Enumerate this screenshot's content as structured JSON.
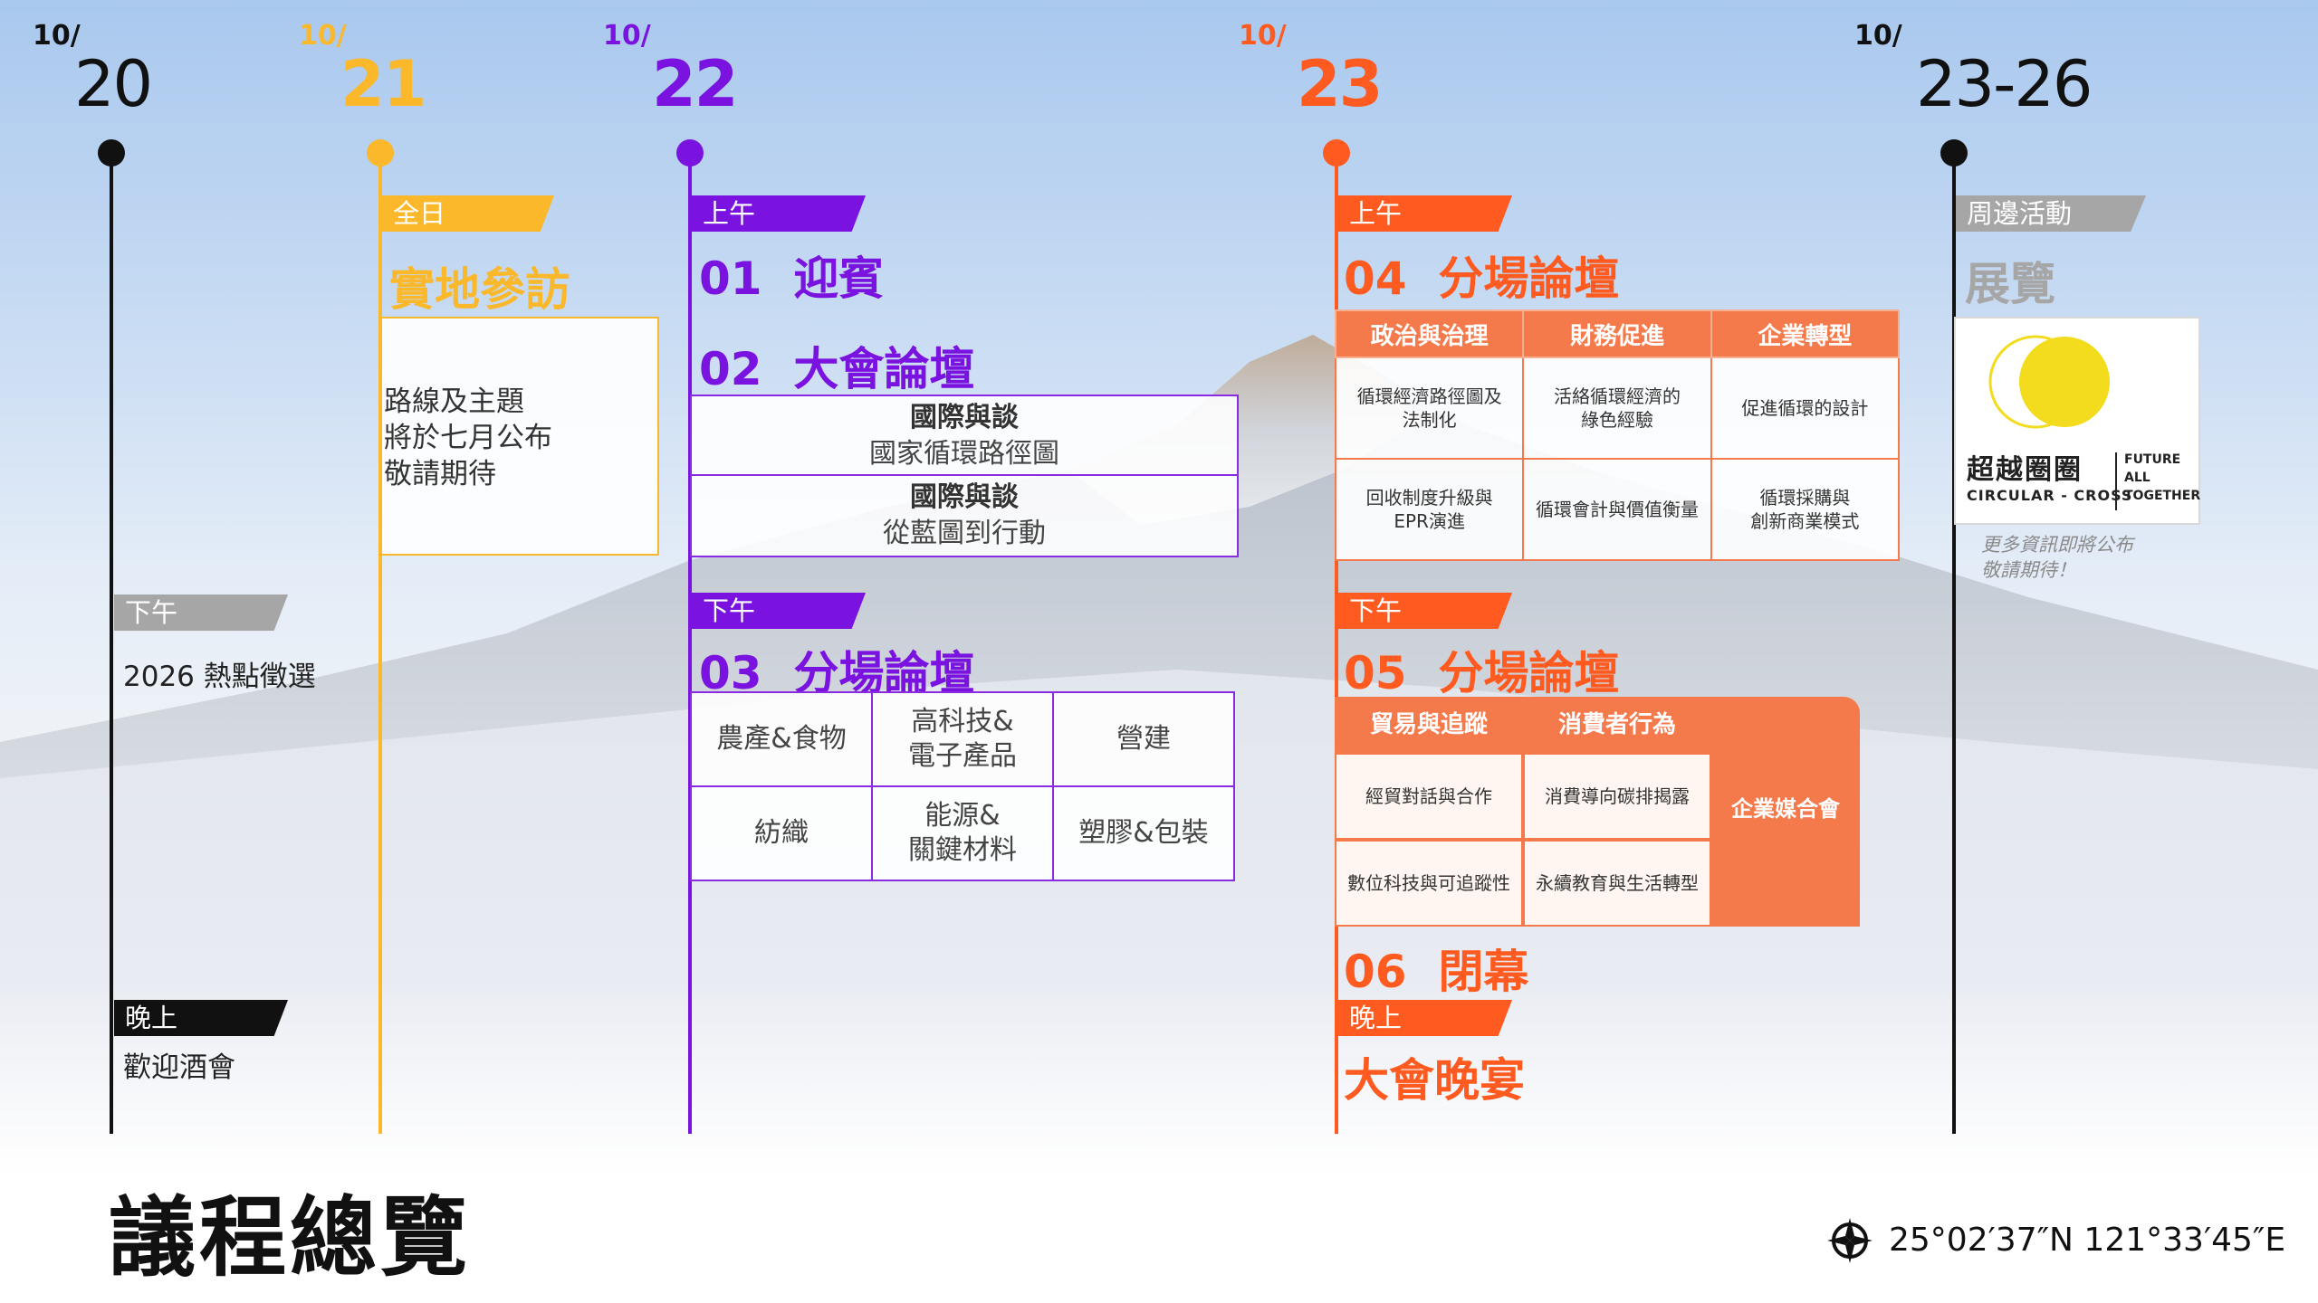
{
  "title": "議程總覽",
  "coords": "25°02′37″N 121°33′45″E",
  "colors": {
    "black": "#111111",
    "yellow": "#fbb82a",
    "purple": "#7a12e0",
    "orange": "#ff5a1f",
    "gray": "#a6a6a6"
  },
  "days": [
    {
      "month": "10/",
      "day": "20"
    },
    {
      "month": "10/",
      "day": "21"
    },
    {
      "month": "10/",
      "day": "22"
    },
    {
      "month": "10/",
      "day": "23"
    },
    {
      "month": "10/",
      "day": "23-26"
    }
  ],
  "d20": {
    "pm_tag": "下午",
    "pm_text": "2026 熱點徵選",
    "eve_tag": "晚上",
    "eve_text": "歡迎酒會"
  },
  "d21": {
    "tag": "全日",
    "title": "實地參訪",
    "lines": [
      "路線及主題",
      "將於七月公布",
      "敬請期待"
    ]
  },
  "d22": {
    "am_tag": "上午",
    "s01_num": "01",
    "s01_title": "迎賓",
    "s02_num": "02",
    "s02_title": "大會論壇",
    "forums": [
      {
        "head": "國際與談",
        "sub": "國家循環路徑圖"
      },
      {
        "head": "國際與談",
        "sub": "從藍圖到行動"
      }
    ],
    "pm_tag": "下午",
    "s03_num": "03",
    "s03_title": "分場論壇",
    "s03_grid": [
      [
        "農產&食物",
        "高科技&\n電子產品",
        "營建"
      ],
      [
        "紡織",
        "能源&\n關鍵材料",
        "塑膠&包裝"
      ]
    ]
  },
  "d23": {
    "am_tag": "上午",
    "s04_num": "04",
    "s04_title": "分場論壇",
    "s04_heads": [
      "政治與治理",
      "財務促進",
      "企業轉型"
    ],
    "s04_rows": [
      [
        "循環經濟路徑圖及\n法制化",
        "活絡循環經濟的\n綠色經驗",
        "促進循環的設計"
      ],
      [
        "回收制度升級與\nEPR演進",
        "循環會計與價值衡量",
        "循環採購與\n創新商業模式"
      ]
    ],
    "pm_tag": "下午",
    "s05_num": "05",
    "s05_title": "分場論壇",
    "s05_heads": [
      "貿易與追蹤",
      "消費者行為"
    ],
    "s05_side": "企業媒合會",
    "s05_rows": [
      [
        "經貿對話與合作",
        "消費導向碳排揭露"
      ],
      [
        "數位科技與可追蹤性",
        "永續教育與生活轉型"
      ]
    ],
    "s06_num": "06",
    "s06_title": "閉幕",
    "eve_tag": "晚上",
    "eve_title": "大會晚宴"
  },
  "d2326": {
    "tag": "周邊活動",
    "title": "展覽",
    "logo_cn": "超越圈圈",
    "logo_en": "CIRCULAR - CROSS",
    "logo_side": [
      "FUTURE",
      "ALL",
      "TOGETHER"
    ],
    "note": [
      "更多資訊即將公布",
      "敬請期待！"
    ]
  }
}
